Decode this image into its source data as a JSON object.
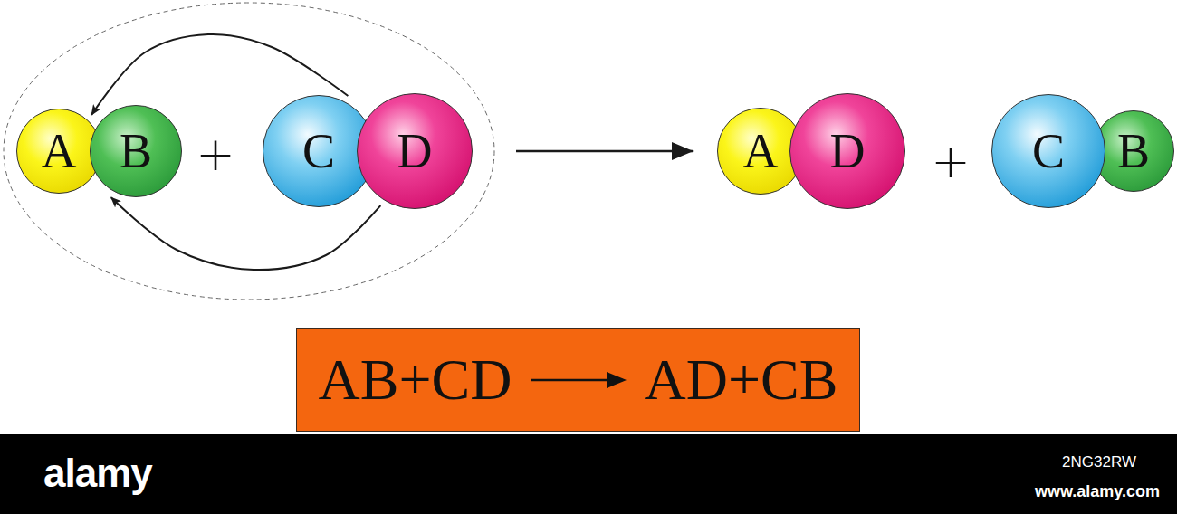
{
  "diagram": {
    "nodes": [
      {
        "text": [
          "A"
        ]
      },
      {
        "text": [
          "B"
        ]
      },
      {
        "text": [
          "C"
        ]
      },
      {
        "text": [
          "D"
        ]
      },
      {
        "text": [
          "A"
        ]
      },
      {
        "text": [
          "D"
        ]
      },
      {
        "text": [
          "C"
        ]
      },
      {
        "text": [
          "B"
        ]
      },
      {
        "text": [
          "AB+CD",
          "AD+CB"
        ]
      }
    ],
    "edges": [
      {
        "from": 2,
        "to": 0,
        "arrow": "to"
      },
      {
        "from": 3,
        "to": 1,
        "arrow": "to"
      }
    ],
    "labels": [
      "+",
      "+",
      "alamy",
      "2NG32RW",
      "www.alamy.com"
    ]
  }
}
